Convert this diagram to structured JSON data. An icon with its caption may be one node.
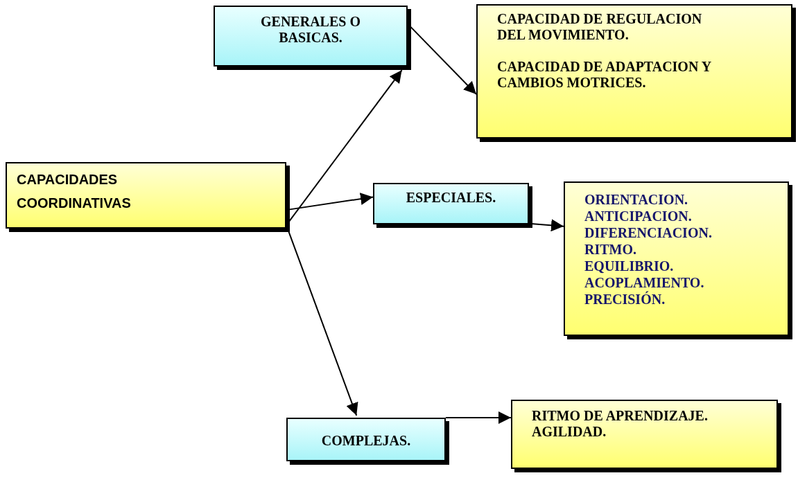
{
  "diagram": {
    "nodes": [
      {
        "text": [
          "CAPACIDADES COORDINATIVAS"
        ]
      },
      {
        "text": [
          "GENERALES O BASICAS."
        ]
      },
      {
        "text": [
          "CAPACIDAD DE REGULACION DEL MOVIMIENTO.",
          "CAPACIDAD DE ADAPTACION Y CAMBIOS MOTRICES."
        ]
      },
      {
        "text": [
          "ESPECIALES."
        ]
      },
      {
        "text": [
          "ORIENTACION.",
          "ANTICIPACION.",
          "DIFERENCIACION.",
          "RITMO.",
          "EQUILIBRIO.",
          "ACOPLAMIENTO.",
          "PRECISIÓN."
        ]
      },
      {
        "text": [
          "COMPLEJAS."
        ]
      },
      {
        "text": [
          "RITMO DE APRENDIZAJE.",
          "AGILIDAD."
        ]
      }
    ],
    "edges": [
      {
        "from": 0,
        "to": 1,
        "arrow": "to"
      },
      {
        "from": 0,
        "to": 3,
        "arrow": "to"
      },
      {
        "from": 0,
        "to": 5,
        "arrow": "to"
      },
      {
        "from": 1,
        "to": 2,
        "arrow": "to"
      },
      {
        "from": 3,
        "to": 4,
        "arrow": "to"
      },
      {
        "from": 5,
        "to": 6,
        "arrow": "to"
      }
    ]
  }
}
